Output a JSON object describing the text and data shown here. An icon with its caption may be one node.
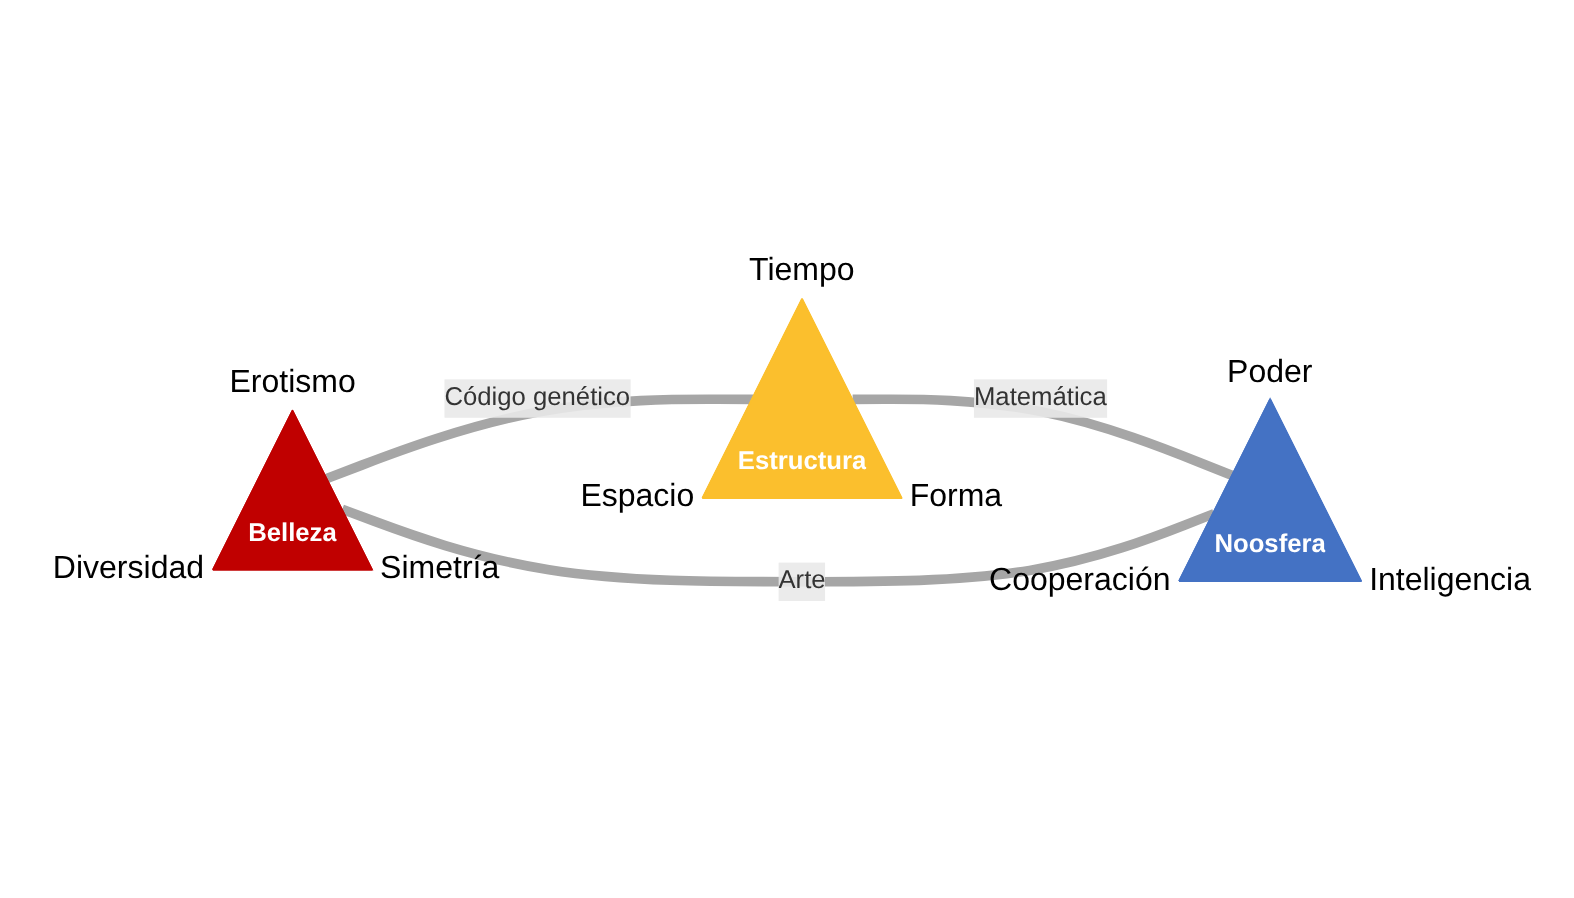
{
  "diagram": {
    "nodes": [
      {
        "text": [
          "Estructura"
        ],
        "beside": [
          "Tiempo",
          "Espacio",
          "Forma"
        ]
      },
      {
        "text": [
          "Belleza"
        ],
        "beside": [
          "Erotismo",
          "Diversidad",
          "Simetría"
        ]
      },
      {
        "text": [
          "Noosfera"
        ],
        "beside": [
          "Poder",
          "Cooperación",
          "Inteligencia"
        ]
      }
    ],
    "edges": [
      {
        "from": 1,
        "to": 0,
        "arrow": "none",
        "label": "Código genético"
      },
      {
        "from": 0,
        "to": 2,
        "arrow": "none",
        "label": "Matemática"
      },
      {
        "from": 1,
        "to": 2,
        "arrow": "none",
        "label": "Arte"
      }
    ]
  }
}
